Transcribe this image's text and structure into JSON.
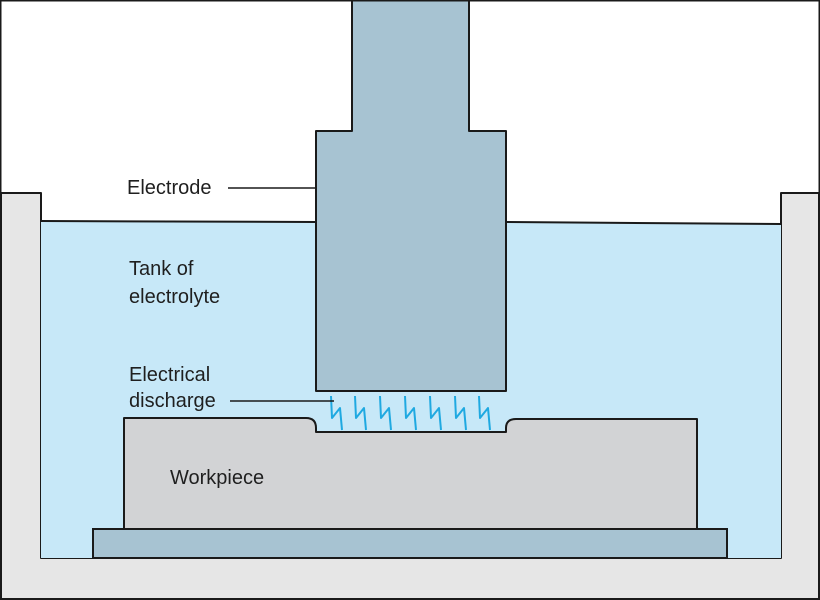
{
  "colors": {
    "background": "#ffffff",
    "tank_wall": "#e6e6e6",
    "electrolyte": "#c7e8f8",
    "electrode": "#a7c3d2",
    "workpiece": "#d2d3d5",
    "base_plate": "#a7c3d2",
    "spark": "#1fa9e1",
    "outline": "#1a1a1a"
  },
  "labels": {
    "electrode": "Electrode",
    "tank_line1": "Tank of",
    "tank_line2": "electrolyte",
    "discharge_line1": "Electrical",
    "discharge_line2": "discharge",
    "workpiece": "Workpiece"
  }
}
